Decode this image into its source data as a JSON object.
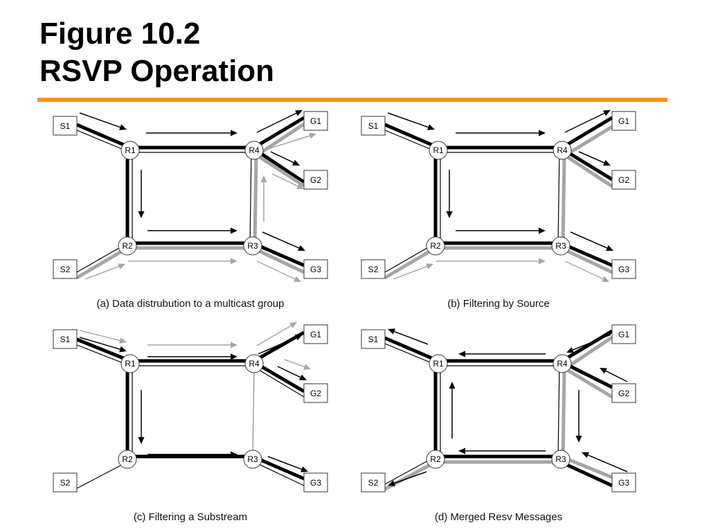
{
  "slide": {
    "title_line1": "Figure 10.2",
    "title_line2": "RSVP Operation",
    "accent_color": "#f7941d"
  },
  "nodes": {
    "S1": "S1",
    "S2": "S2",
    "R1": "R1",
    "R2": "R2",
    "R3": "R3",
    "R4": "R4",
    "G1": "G1",
    "G2": "G2",
    "G3": "G3"
  },
  "panels": [
    {
      "id": "a",
      "caption": "(a) Data distrubution to a multicast group"
    },
    {
      "id": "b",
      "caption": "(b) Filtering by Source"
    },
    {
      "id": "c",
      "caption": "(c) Filtering a Substream"
    },
    {
      "id": "d",
      "caption": "(d) Merged Resv Messages"
    }
  ],
  "colors": {
    "black_stream": "#000000",
    "gray_stream": "#a6a6a6",
    "thin_link": "#000000",
    "box_stroke": "#333333"
  }
}
